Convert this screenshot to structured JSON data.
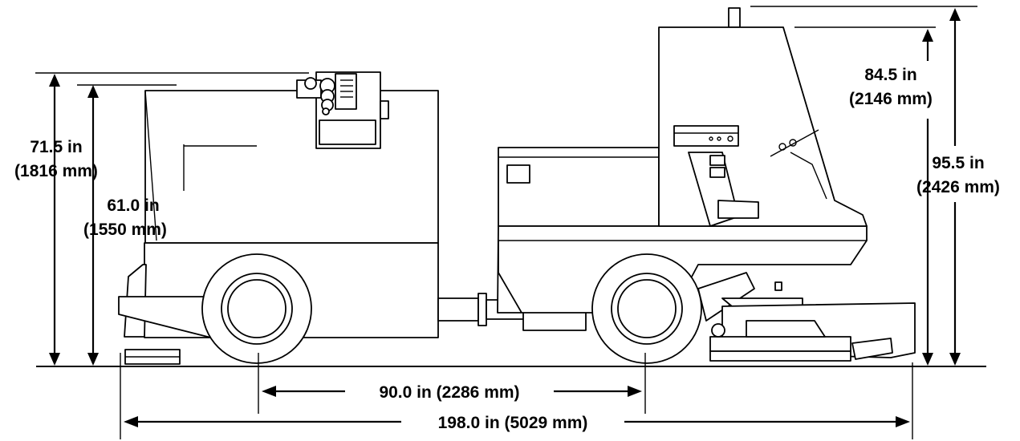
{
  "dimensions": {
    "overall_height_left": {
      "imperial": "71.5 in",
      "metric": "(1816 mm)"
    },
    "engine_height": {
      "imperial": "61.0 in",
      "metric": "(1550 mm)"
    },
    "cab_height": {
      "imperial": "84.5 in",
      "metric": "(2146 mm)"
    },
    "overall_height_right": {
      "imperial": "95.5 in",
      "metric": "(2426 mm)"
    },
    "wheelbase": {
      "label": "90.0 in (2286 mm)"
    },
    "overall_length": {
      "label": "198.0 in (5029 mm)"
    }
  },
  "colors": {
    "line": "#000000",
    "background": "#ffffff"
  }
}
